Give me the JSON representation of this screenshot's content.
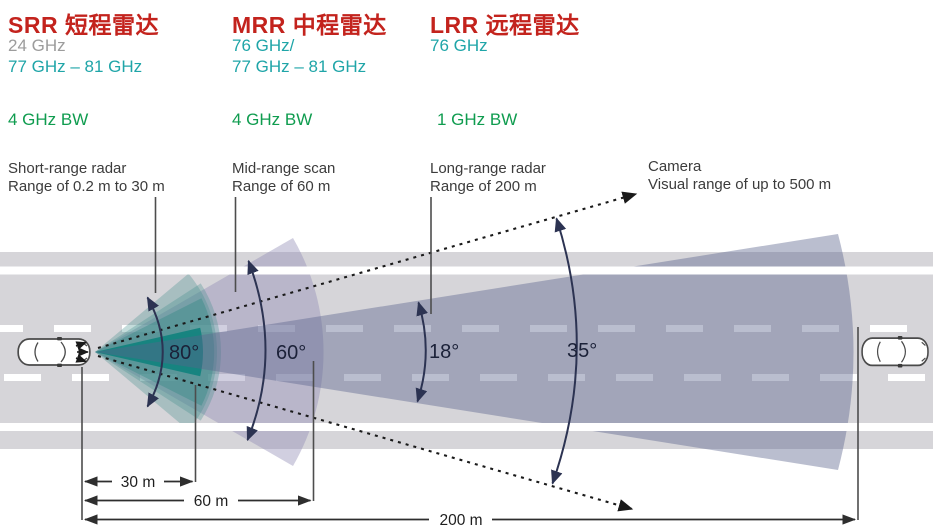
{
  "header": {
    "columns": [
      {
        "title": "SRR 短程雷达",
        "freq1": "24 GHz",
        "freq2": "77 GHz – 81 GHz",
        "bw": "4 GHz BW"
      },
      {
        "title": "MRR 中程雷达",
        "freq1": "76 GHz/",
        "freq2": "77 GHz – 81 GHz",
        "bw": "4 GHz BW"
      },
      {
        "title": "LRR 远程雷达",
        "freq1": "76 GHz",
        "freq2": "",
        "bw": "1 GHz BW"
      }
    ]
  },
  "sensors": [
    {
      "name": "Short-range radar",
      "range": "Range of 0.2 m to 30 m"
    },
    {
      "name": "Mid-range scan",
      "range": "Range of 60 m"
    },
    {
      "name": "Long-range radar",
      "range": "Range of 200 m"
    },
    {
      "name": "Camera",
      "range": "Visual range of up to 500 m"
    }
  ],
  "angles": {
    "srr": "80°",
    "mrr": "60°",
    "lrr": "18°",
    "camera": "35°"
  },
  "distances": {
    "srr": "30 m",
    "mrr": "60 m",
    "lrr": "200 m"
  },
  "colors": {
    "title_red": "#c3231d",
    "freq_teal": "#1fa5a8",
    "freq_gray": "#9c9c9c",
    "bw_green": "#0f9c4f",
    "srr_core_teal": "#2a918d",
    "mrr_lavender": "#cdc9dd",
    "lrr_bluegray": "#a1a5b8",
    "road_gray": "#d6d5d9"
  }
}
